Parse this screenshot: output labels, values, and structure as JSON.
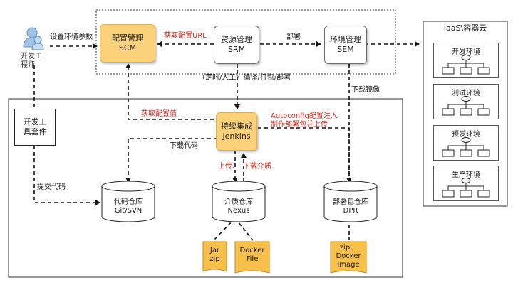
{
  "actor": {
    "label": "开发工程师"
  },
  "kit": {
    "label": "开发工具套件"
  },
  "cloud": {
    "title": "IaaS\\容器云",
    "envs": [
      "开发环境",
      "测试环境",
      "预发环境",
      "生产环境"
    ]
  },
  "nodes": {
    "scm": {
      "line1": "配置管理",
      "line2": "SCM"
    },
    "srm": {
      "line1": "资源管理",
      "line2": "SRM"
    },
    "sem": {
      "line1": "环境管理",
      "line2": "SEM"
    },
    "jenkins": {
      "line1": "持续集成",
      "line2": "Jenkins"
    }
  },
  "stores": {
    "git": {
      "line1": "代码仓库",
      "line2": "Git/SVN"
    },
    "nexus": {
      "line1": "介质仓库",
      "line2": "Nexus"
    },
    "dpr": {
      "line1": "部署包仓库",
      "line2": "DPR"
    }
  },
  "artifacts": {
    "jar": {
      "line1": "Jar",
      "line2": "zip"
    },
    "docker": {
      "line1": "Docker",
      "line2": "File"
    },
    "pkg": {
      "line1": "zip、",
      "line2": "Docker",
      "line3": "Image"
    }
  },
  "labels": {
    "set_env": "设置环境参数",
    "get_config_url": "获取配置URL",
    "deploy": "部署",
    "timed_manual": "（定时/人工）编译/打包/部署",
    "download_image": "下载镜像",
    "get_config": "获取配置值",
    "autoconfig1": "Autoconfig配置注入",
    "autoconfig2": "制作部署包并上传",
    "download_code": "下载代码",
    "upload": "上传、",
    "download_media": "下载介质",
    "commit_code": "提交代码"
  },
  "colors": {
    "accent_red": "#d52b1e",
    "node_orange": "#fbd27a",
    "artifact_orange": "#f6c04a"
  }
}
